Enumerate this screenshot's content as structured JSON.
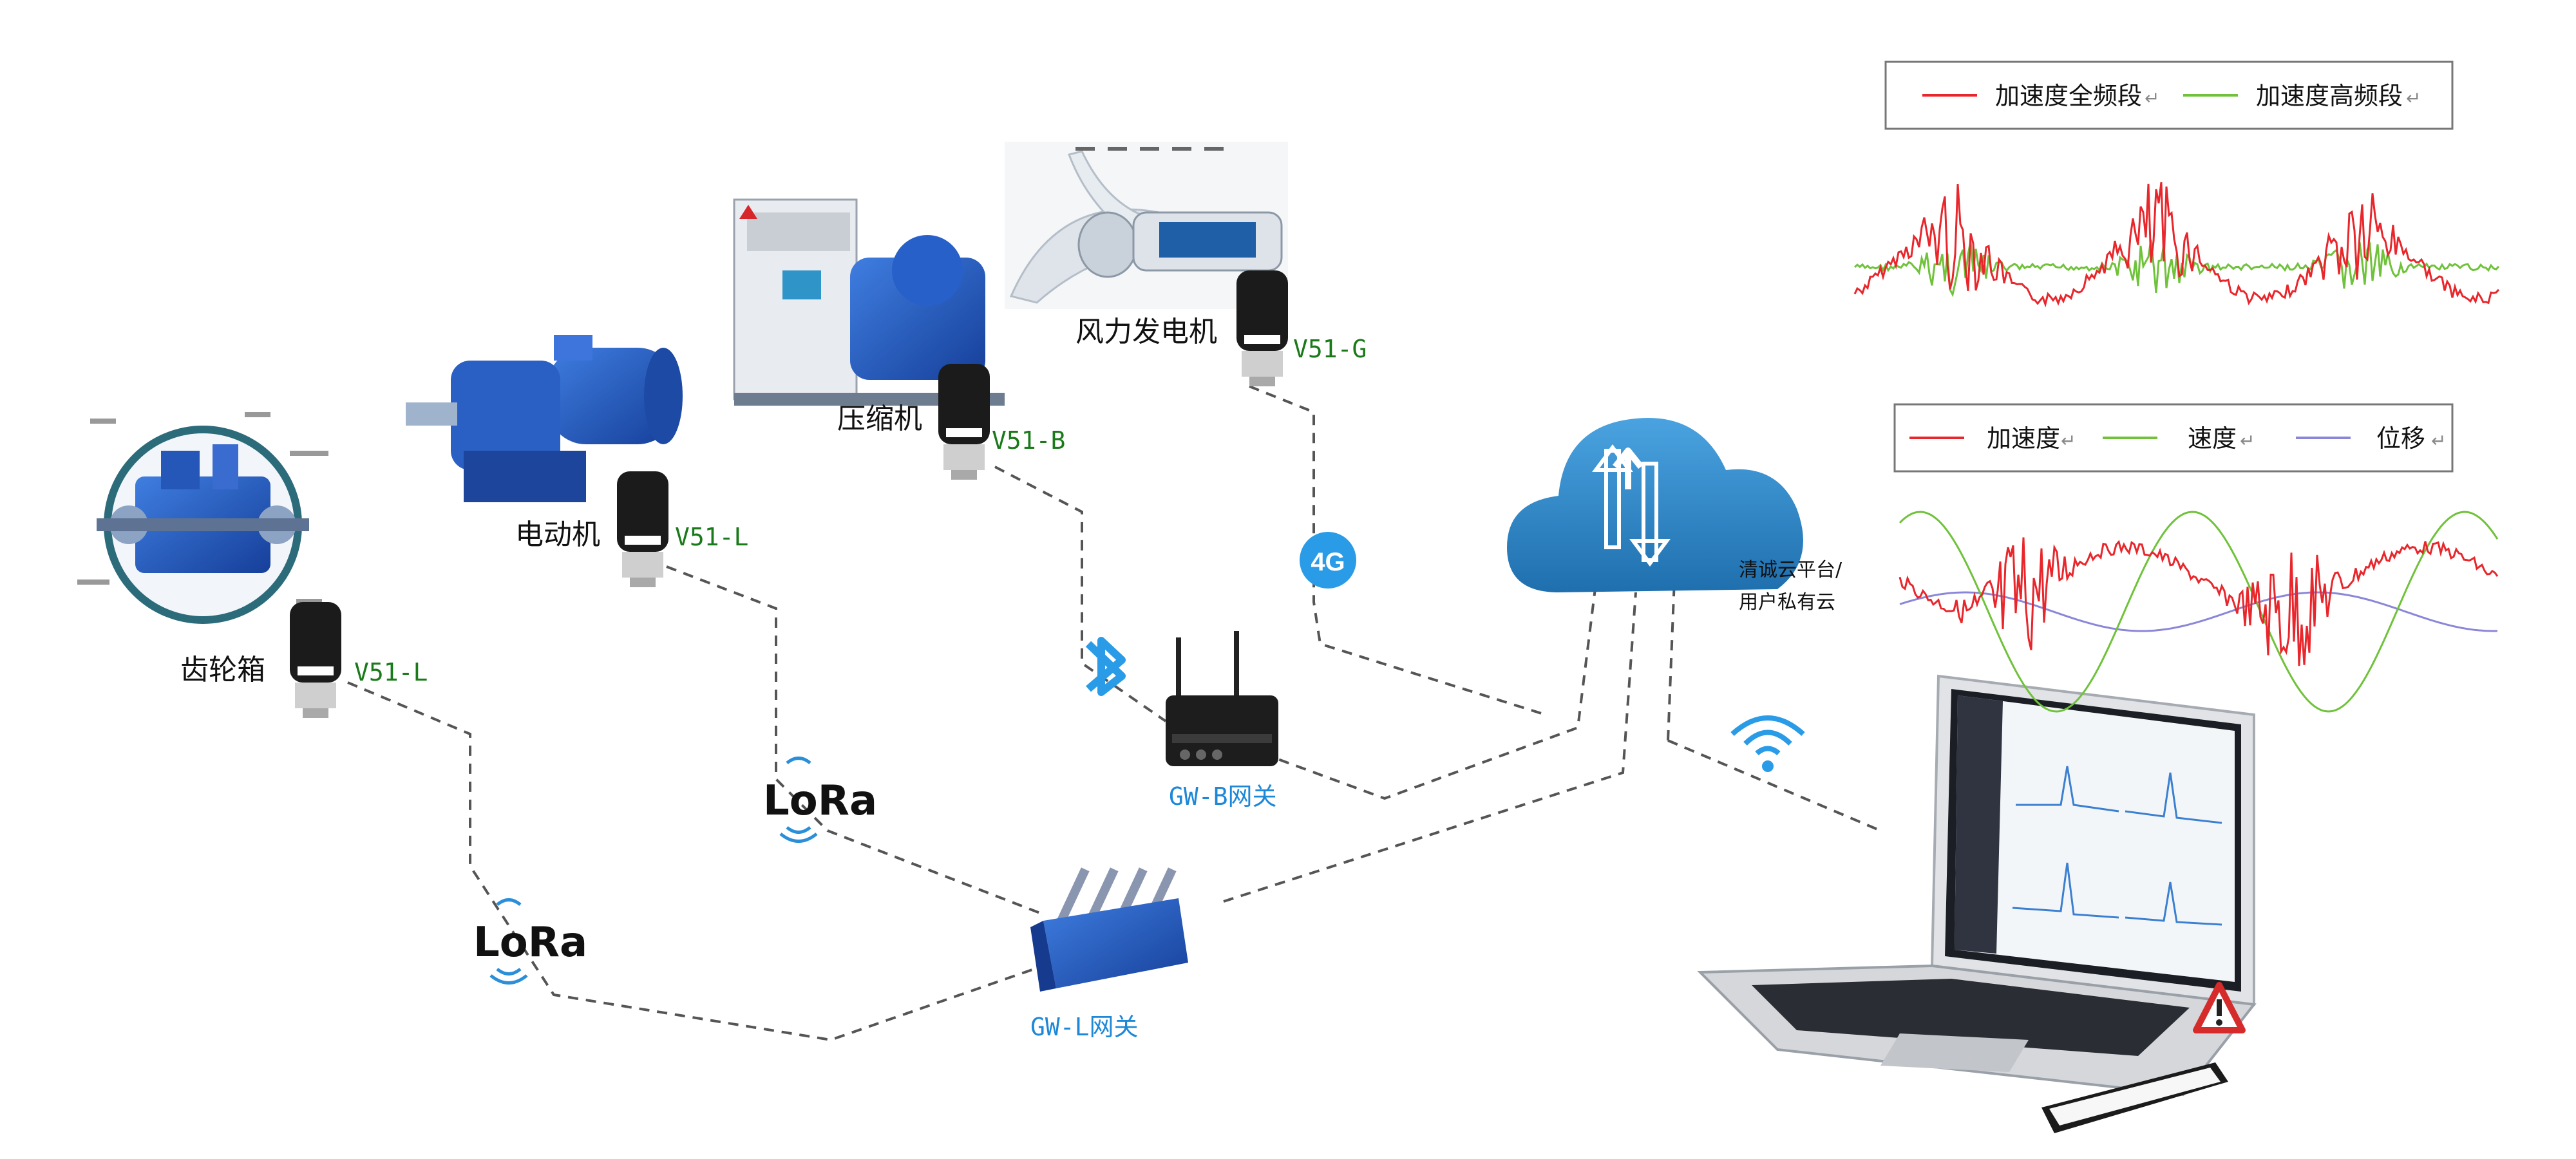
{
  "devices": {
    "gearbox": {
      "label": "齿轮箱",
      "model": "V51-L"
    },
    "motor": {
      "label": "电动机",
      "model": "V51-L"
    },
    "compressor": {
      "label": "压缩机",
      "model": "V51-B"
    },
    "wind": {
      "label": "风力发电机",
      "model": "V51-G"
    }
  },
  "gateways": {
    "gw_b": {
      "label": "GW-B网关"
    },
    "gw_l": {
      "label": "GW-L网关"
    }
  },
  "wireless": {
    "lora_1": "LoRa",
    "lora_2": "LoRa",
    "cell": "4G",
    "bluetooth": "bluetooth-icon",
    "wifi": "wifi-icon"
  },
  "cloud": {
    "line1": "清诚云平台/",
    "line2": "用户私有云"
  },
  "chart_data": [
    {
      "type": "line",
      "series": [
        {
          "name": "加速度全频段",
          "color": "#e8262b"
        },
        {
          "name": "加速度高频段",
          "color": "#6fc23a"
        }
      ],
      "legend_suffix": "↵"
    },
    {
      "type": "line",
      "series": [
        {
          "name": "加速度",
          "color": "#e8262b"
        },
        {
          "name": "速度",
          "color": "#6fc23a"
        },
        {
          "name": "位移",
          "color": "#8a86d8"
        }
      ],
      "legend_suffix": "↵"
    }
  ],
  "colors": {
    "accent": "#1e88d8",
    "model_green": "#1a7a1a",
    "cloud": "#2d8fd0"
  }
}
